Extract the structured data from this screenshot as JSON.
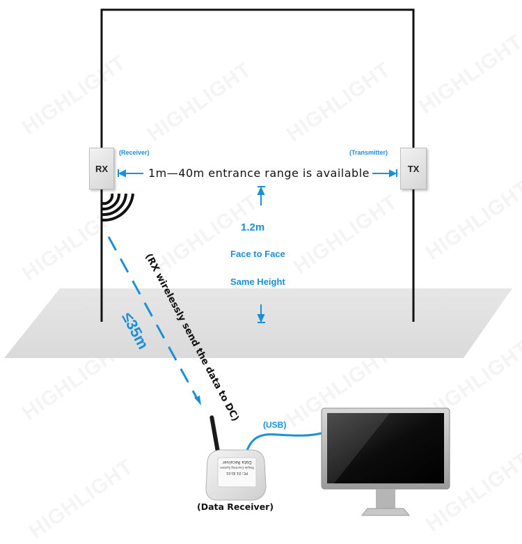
{
  "watermark": "HIGHLIGHT",
  "rx": {
    "label": "RX",
    "caption": "(Receiver)"
  },
  "tx": {
    "label": "TX",
    "caption": "(Transmitter)"
  },
  "range_text": "1m—40m entrance range is available",
  "height_text": "1.2m",
  "face_text": "Face to Face",
  "same_height_text": "Same Height",
  "wireless_text": "(RX  wirelessly send the data to DC)",
  "distance_text": "≤35m",
  "usb_text": "(USB)",
  "receiver_caption": "(Data  Receiver)",
  "device": {
    "title": "Data Receiver",
    "subtitle": "People Counting System",
    "fields": "PC: 01   ID:01"
  },
  "colors": {
    "accent": "#1a8fd8",
    "frame": "#111111",
    "floor": "#e2e2e2"
  }
}
